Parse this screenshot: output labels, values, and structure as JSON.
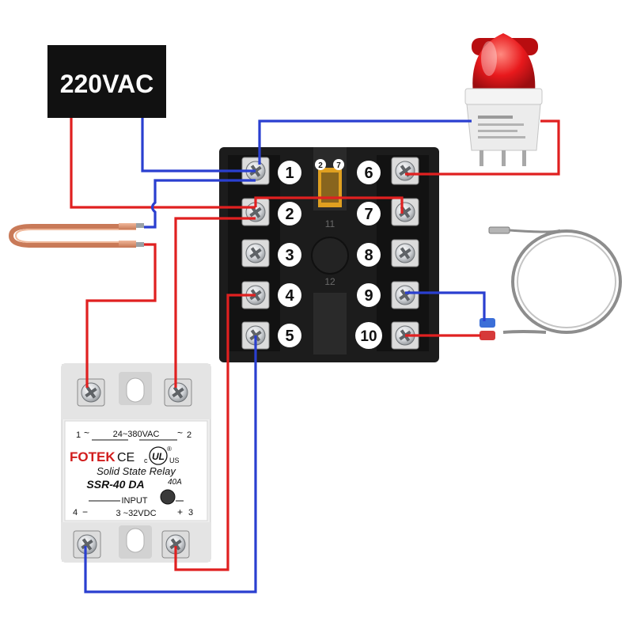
{
  "power_source": {
    "label": "220VAC"
  },
  "controller": {
    "terminals_left": [
      "1",
      "2",
      "3",
      "4",
      "5"
    ],
    "terminals_right": [
      "6",
      "7",
      "8",
      "9",
      "10"
    ],
    "socket_marks": [
      "11",
      "12"
    ],
    "jumper_badges": [
      "2",
      "7"
    ]
  },
  "relay": {
    "brand": "FOTEK",
    "title": "Solid State Relay",
    "model": "SSR-40 DA",
    "current_rating": "40A",
    "ac_range": "24~380VAC",
    "dc_range": "3 ~32VDC",
    "input_label": "INPUT",
    "pin_1": "1",
    "pin_2": "2",
    "pin_3": "3",
    "pin_4": "4",
    "tilde_1": "~",
    "tilde_2": "~",
    "minus_sign": "−",
    "plus_sign": "+",
    "ce_mark": "CE",
    "ul_mark": "UL",
    "ul_c": "c",
    "ul_us": "US",
    "registered": "®"
  },
  "colors": {
    "wire_live": "#e02020",
    "wire_neutral": "#2a3fd0",
    "controller_body": "#1c1c1c",
    "power_box": "#111111",
    "beacon_lens": "#e8191c",
    "relay_body": "#f2f2f2"
  },
  "icons": [
    "warning-beacon-icon",
    "heater-coil-icon",
    "thermocouple-icon",
    "screw-terminal-icon"
  ]
}
